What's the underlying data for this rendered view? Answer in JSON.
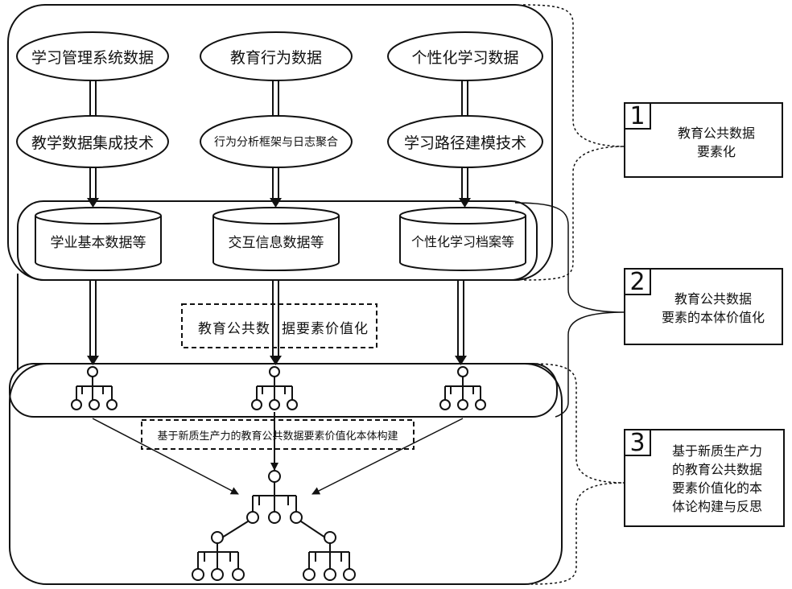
{
  "sources": [
    {
      "name": "学习管理系统数据"
    },
    {
      "name": "教育行为数据"
    },
    {
      "name": "个性化学习数据"
    }
  ],
  "techniques": [
    {
      "name": "教学数据集成技术"
    },
    {
      "name": "行为分析框架与日志聚合"
    },
    {
      "name": "学习路径建模技术"
    }
  ],
  "databases": [
    {
      "name": "学业基本数据等"
    },
    {
      "name": "交互信息数据等"
    },
    {
      "name": "个性化学习档案等"
    }
  ],
  "middle_label": {
    "left": "教育公共数",
    "right": "据要素价值化"
  },
  "construct_label": "基于新质生产力的教育公共数据要素价值化本体构建",
  "side_boxes": [
    {
      "number": "1",
      "text": "教育公共数据\n要素化"
    },
    {
      "number": "2",
      "text": "教育公共数据\n要素的本体价值化"
    },
    {
      "number": "3",
      "text": "基于新质生产力\n的教育公共数据\n要素价值化的本\n体论构建与反思"
    }
  ]
}
